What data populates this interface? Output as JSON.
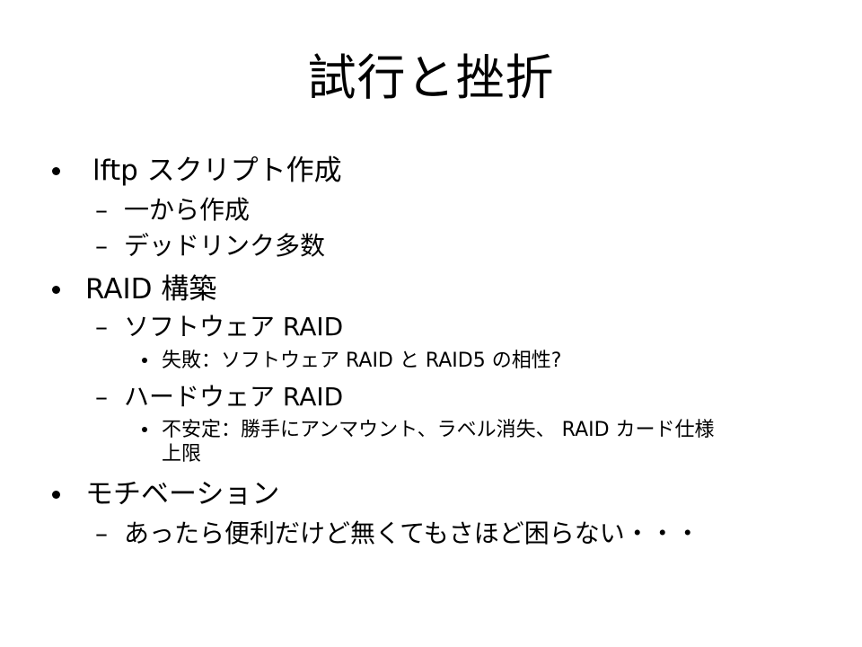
{
  "slide": {
    "title": "試行と挫折",
    "bullets": [
      {
        "text": "lftp スクリプト作成",
        "children": [
          {
            "text": "一から作成"
          },
          {
            "text": "デッドリンク多数"
          }
        ]
      },
      {
        "text": "RAID 構築",
        "children": [
          {
            "text": "ソフトウェア RAID",
            "children": [
              {
                "text": "失敗：ソフトウェア RAID と RAID5 の相性?"
              }
            ]
          },
          {
            "text": "ハードウェア RAID",
            "children": [
              {
                "text_line1": "不安定：勝手にアンマウント、ラベル消失、 RAID カード仕様",
                "text_line2": "上限"
              }
            ]
          }
        ]
      },
      {
        "text": "モチベーション",
        "children": [
          {
            "text": "あったら便利だけど無くてもさほど困らない・・・"
          }
        ]
      }
    ],
    "markers": {
      "level2": "–"
    }
  }
}
